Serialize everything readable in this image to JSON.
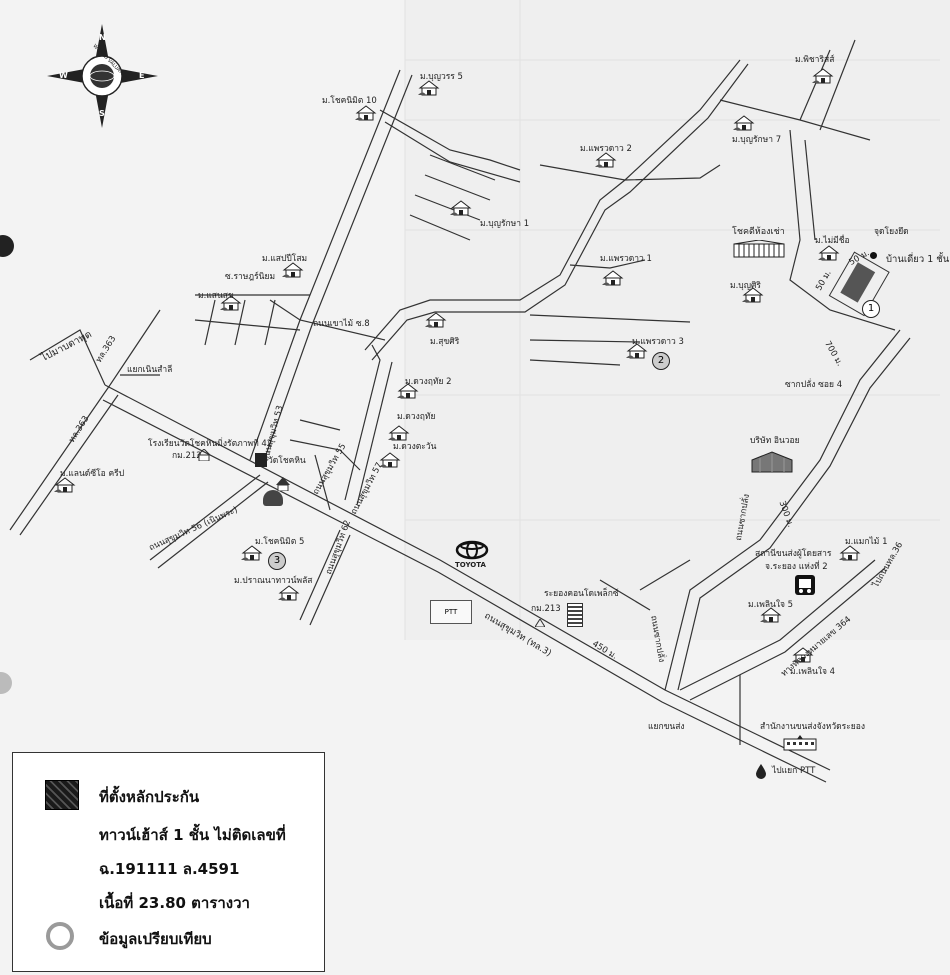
{
  "compass": {
    "n": "N",
    "s": "S",
    "e": "E",
    "w": "W",
    "ring_text": "WORLD VALUATION"
  },
  "labels": {
    "boonyawan5": "ม.บุญวรร 5",
    "chokenimit10": "ม.โชคนิมิต 10",
    "pichalisa": "ม.พิชาริสส์",
    "phraewdao2": "ม.แพรวดาว 2",
    "boonrakka7": "ม.บุญรักษา 7",
    "boonrakka1": "ม.บุญรักษา 1",
    "sappisom": "ม.แสปปีโสม",
    "chokdeehongchao": "โชคดีห้องเช่า",
    "maimeesue": "ม.ไม่มีชื่อ",
    "judsongyod": "จุดโยงยึด",
    "baandiew": "บ้านเดี่ยว 1 ชั้น",
    "ratburiniyom": "ซ.ราษฎร์นิยม",
    "phraewdao1": "ม.แพรวดาว 1",
    "boonsiri": "ม.บุญศิริ",
    "saensuk": "ม.แสนสุข",
    "thanonkhaomai": "ถนนเขาไม้ ซ.8",
    "sukhsiri": "ม.สุขศิริ",
    "phraewdao3": "ม.แพรวดาว 3",
    "paimabtaphut": "ไปมาบตาพุด",
    "torlor363a": "ทล.363",
    "torlor363b": "ทล.363",
    "yaekninsamlee": "แยกเนินสำลี",
    "duangrit2": "ม.ดวงฤทัย 2",
    "sangplu4": "ซากปลั่ง ซอย 4",
    "duangrit": "ม.ดวงฤทัย",
    "school": "โรงเรียนวัดโชคหินมิ่งรัตภาพที่ 42",
    "duangtawan": "ม.ดวงตะวัน",
    "bangkokkit": "บริษัท อินวอย",
    "kmpost212": "กม.212",
    "wattchoke": "วัดโชคหิน",
    "sukhumvit53": "ถนนสุขุมวิท 53",
    "sukhumvit55": "ถนนสุขุมวิท 55",
    "landaio": "ม.แลนด์ซีโอ ครีป",
    "sukhumvit57": "ถนนสุขุมวิท 57",
    "sukhumvit56": "ถนนสุขุมวิท 56 (เนินพระ)",
    "thanonsangplung": "ถนนซากปลั่ง",
    "maekmai1": "ม.แมกไม้ 1",
    "chokenimit5": "ม.โชคนิมิต 5",
    "sukhumvit62": "ถนนสุขุมวิท 62",
    "toyota": "TOYOTA",
    "busterminal1": "สถานีขนส่งผู้โดยสาร",
    "busterminal2": "จ.ระยอง แห่งที่ 2",
    "paraya": "ม.ปราณนาทาวน์พลัส",
    "paitorlor36": "ไปถนนทล.36",
    "rayongcondo": "ระยองคอนโดเพล็กซ์",
    "kmpost213": "กม.213",
    "ploenjai5": "ม.เพลินใจ 5",
    "sukhumvitmain": "ถนนสุขุมวิท (ทล.3)",
    "hwy364": "ทางหลวงหมายเลข 364",
    "d450": "450 ม.",
    "sangplungsouth": "ถนนซากปลั่ง",
    "ploenjai4": "ม.เพลินใจ 4",
    "yaekkhonsong": "แยกขนส่ง",
    "samnakngan": "สำนักงานขนส่งจังหวัดระยอง",
    "paiyaekptt": "ไปแยก PTT",
    "d50a": "50 ม.",
    "d50b": "50 ม.",
    "d700": "700 ม.",
    "d300": "300 ม.",
    "ptt_logo": "PTT"
  },
  "markers": {
    "m1": "1",
    "m2": "2",
    "m3": "3"
  },
  "legend": {
    "line1": "ที่ตั้งหลักประกัน",
    "line2": "ทาวน์เฮ้าส์ 1 ชั้น ไม่ติดเลขที่",
    "line3": "ฉ.191111 ล.4591",
    "line4": "เนื้อที่ 23.80 ตารางวา",
    "line5": "ข้อมูลเปรียบเทียบ"
  }
}
